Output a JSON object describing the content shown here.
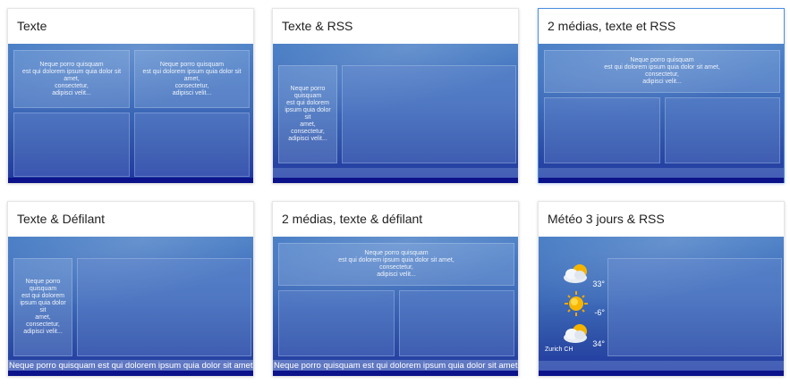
{
  "layouts": [
    {
      "title": "Texte",
      "zones": [
        "Neque porro quisquam\nest qui dolorem ipsum quia dolor sit amet,\nconsectetur,\nadipisci velit...",
        "Neque porro quisquam\nest qui dolorem ipsum quia dolor sit amet,\nconsectetur,\nadipisci velit..."
      ]
    },
    {
      "title": "Texte & RSS",
      "zones": [
        "Neque porro\nquisquam\nest qui dolorem\nipsum quia dolor sit\namet,\nconsectetur,\nadipisci velit..."
      ]
    },
    {
      "title": "2 médias, texte et RSS",
      "selected": true,
      "zones": [
        "Neque porro quisquam\nest qui dolorem ipsum quia dolor sit amet,\nconsectetur,\nadipisci velit..."
      ]
    },
    {
      "title": "Texte & Défilant",
      "zones": [
        "Neque porro\nquisquam\nest qui dolorem\nipsum quia dolor sit\namet,\nconsectetur,\nadipisci velit..."
      ],
      "ticker": "Neque porro quisquam est qui dolorem ipsum quia dolor sit amet,"
    },
    {
      "title": "2 médias, texte & défilant",
      "zones": [
        "Neque porro quisquam\nest qui dolorem ipsum quia dolor sit amet,\nconsectetur,\nadipisci velit..."
      ],
      "ticker": "Neque porro quisquam est qui dolorem ipsum quia dolor sit amet,"
    },
    {
      "title": "Météo 3 jours & RSS",
      "weather": {
        "days": [
          {
            "icon": "partly-cloudy-icon",
            "temp": "33°"
          },
          {
            "icon": "sun-icon",
            "temp": "-6°"
          },
          {
            "icon": "partly-cloudy-icon",
            "temp": "34°"
          }
        ],
        "city": "Zurich CH"
      }
    }
  ],
  "colors": {
    "selected_border": "#4d90e0",
    "preview_top": "#4a7fc6",
    "preview_bottom": "#1f36a0",
    "bottom_bar": "#0c138a"
  }
}
